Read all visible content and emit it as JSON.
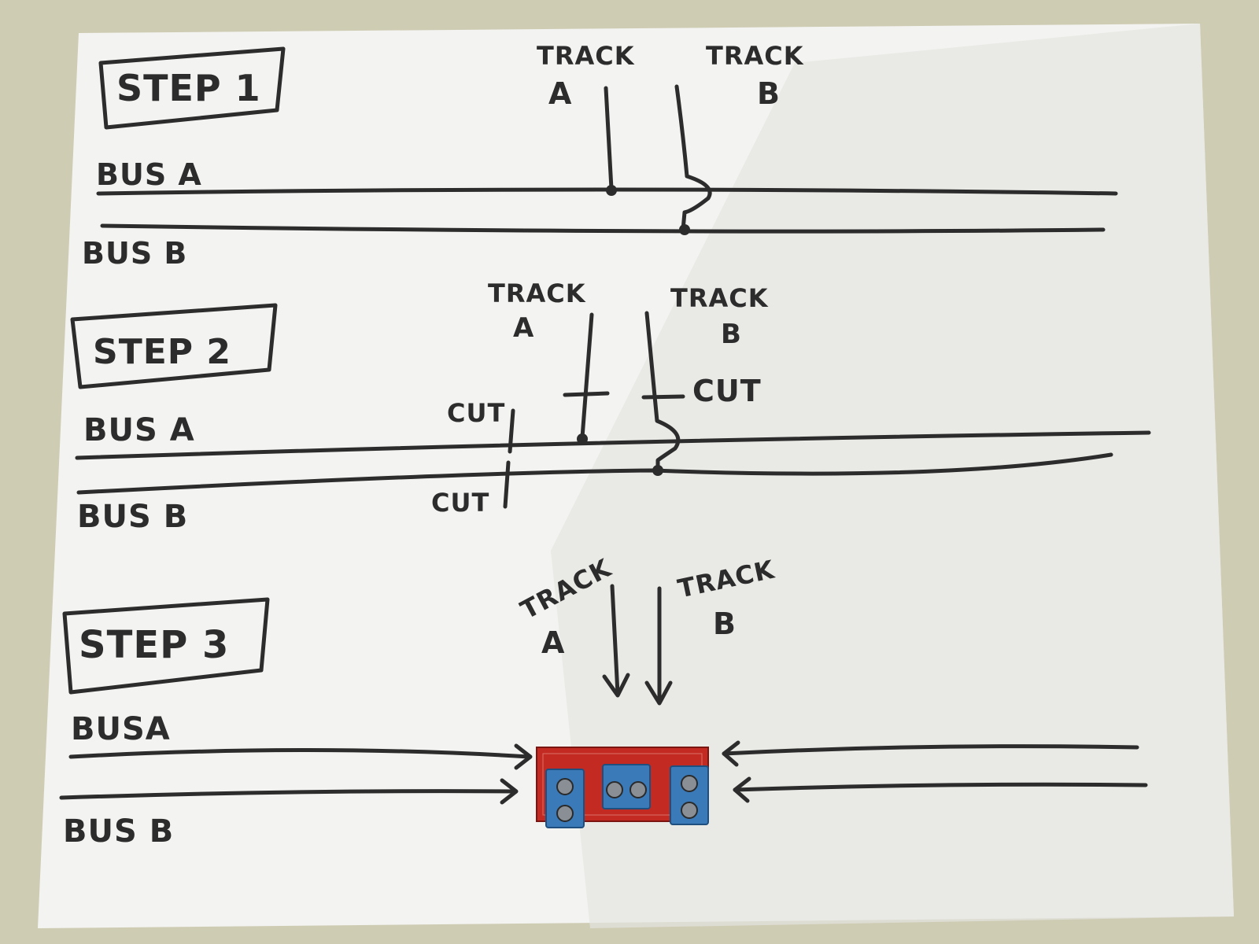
{
  "steps": [
    {
      "title": "STEP 1",
      "bus_a": "BUS A",
      "bus_b": "BUS B",
      "track_a": [
        "TRACK",
        "A"
      ],
      "track_b": [
        "TRACK",
        "B"
      ]
    },
    {
      "title": "STEP 2",
      "bus_a": "BUS A",
      "bus_b": "BUS B",
      "track_a": [
        "TRACK",
        "A"
      ],
      "track_b": [
        "TRACK",
        "B"
      ],
      "cut_labels": [
        "CUT",
        "CUT",
        "CUT"
      ]
    },
    {
      "title": "STEP 3",
      "bus_a": "BUSA",
      "bus_b": "BUS B",
      "track_a": [
        "TRACK",
        "A"
      ],
      "track_b": [
        "TRACK",
        "B"
      ]
    }
  ],
  "colors": {
    "background": "#cfccb4",
    "paper": "#f3f3f1",
    "ink": "#2c2c2c",
    "pcb": "#c22a22",
    "terminal": "#3a7ab8"
  },
  "component": {
    "name": "terminal-block-pcb",
    "terminal_blocks": 3
  }
}
